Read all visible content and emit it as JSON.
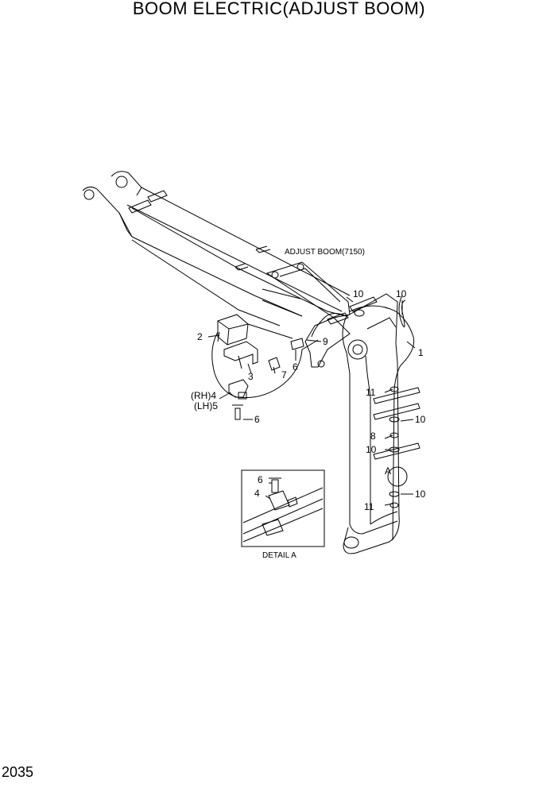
{
  "title": "BOOM ELECTRIC(ADJUST BOOM)",
  "page_number": "2035",
  "note": "ADJUST BOOM(7150)",
  "detail_caption": "DETAIL  A",
  "detail_ref": "A",
  "callouts": {
    "c1": "1",
    "c2": "2",
    "c3": "3",
    "c4": "(RH)4",
    "c5": "(LH)5",
    "c6a": "6",
    "c6b": "6",
    "c7": "7",
    "c8": "8",
    "c9": "9",
    "c10a": "10",
    "c10b": "10",
    "c10c": "10",
    "c10d": "10",
    "c10e": "10",
    "c11a": "11",
    "c11b": "11",
    "d6": "6",
    "d4": "4"
  }
}
